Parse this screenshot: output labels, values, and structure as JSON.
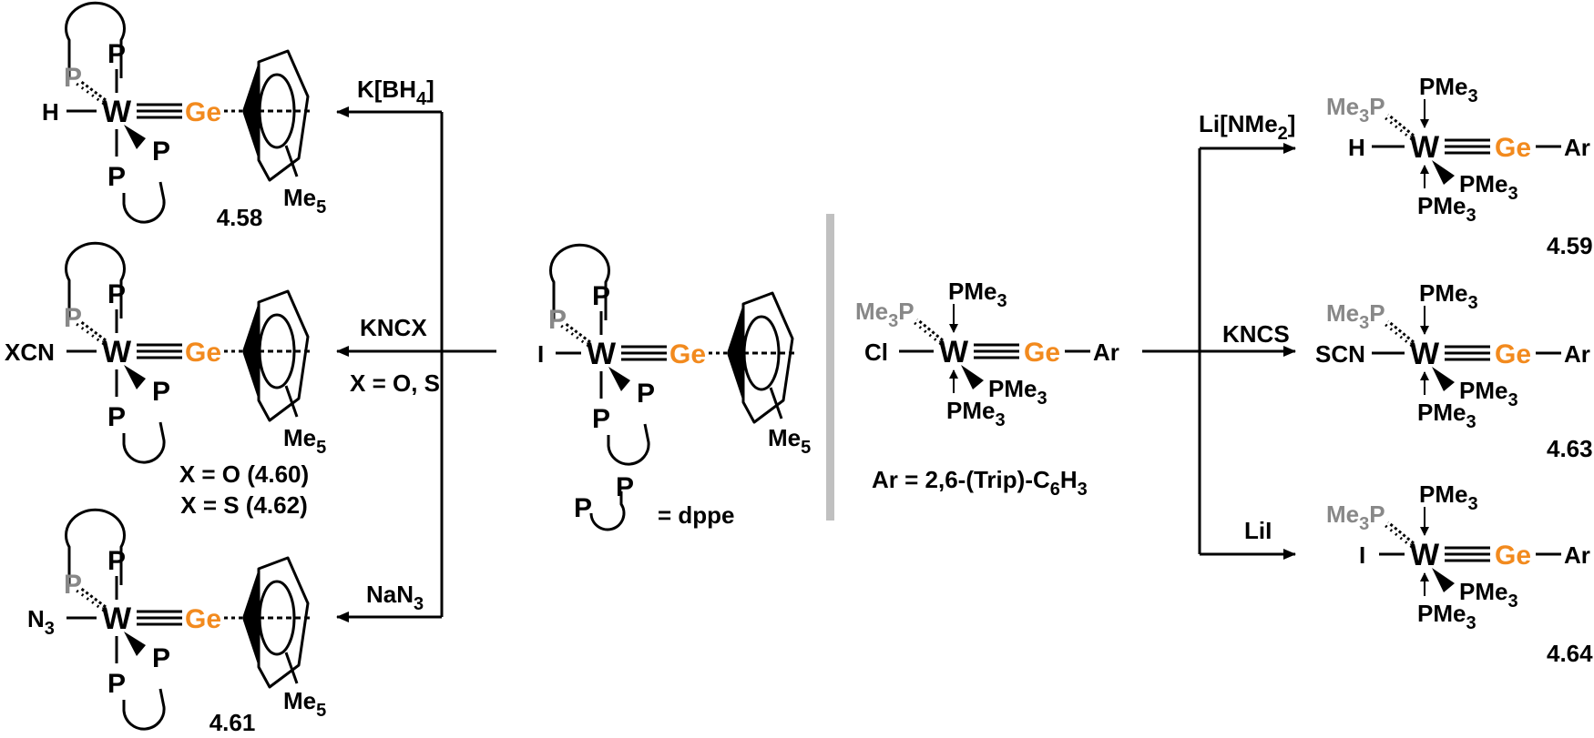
{
  "colors": {
    "germanium": "#f28a1e",
    "wedge_phosphine": "#888888",
    "divider": "#c0c0c0",
    "bond": "#000000"
  },
  "atoms": {
    "W": "W",
    "Ge": "Ge",
    "P": "P",
    "Me": "Me",
    "sub5": "5",
    "sub3": "3"
  },
  "left": {
    "start": {
      "halide": "I"
    },
    "legend": {
      "P": "P",
      "definition": "= dppe"
    },
    "reactions": [
      {
        "reagent_main": "K[BH",
        "reagent_sub": "4",
        "reagent_end": "]",
        "condition": "",
        "ligand_main": "H",
        "ligand_sub": "",
        "labels": [
          "4.58"
        ]
      },
      {
        "reagent_main": "KNCX",
        "reagent_sub": "",
        "reagent_end": "",
        "condition": "X = O, S",
        "ligand_main": "XCN",
        "ligand_sub": "",
        "labels": [
          "X = O (4.60)",
          "X = S (4.62)"
        ]
      },
      {
        "reagent_main": "NaN",
        "reagent_sub": "3",
        "reagent_end": "",
        "condition": "",
        "ligand_main": "N",
        "ligand_sub": "3",
        "labels": [
          "4.61"
        ]
      }
    ]
  },
  "right": {
    "start": {
      "halide": "Cl",
      "aryl": "Ar"
    },
    "ar_definition": {
      "main": "Ar = 2,6-(Trip)-C",
      "sub1": "6",
      "mid": "H",
      "sub2": "3"
    },
    "reactions": [
      {
        "reagent_main": "Li[NMe",
        "reagent_sub": "2",
        "reagent_end": "]",
        "ligand": "H",
        "label": "4.59"
      },
      {
        "reagent_main": "KNCS",
        "reagent_sub": "",
        "reagent_end": "",
        "ligand": "SCN",
        "label": "4.63"
      },
      {
        "reagent_main": "LiI",
        "reagent_sub": "",
        "reagent_end": "",
        "ligand": "I",
        "label": "4.64"
      }
    ]
  }
}
